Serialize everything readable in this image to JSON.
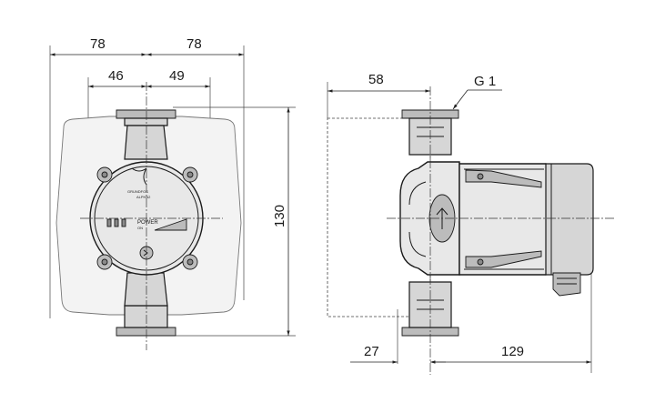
{
  "dimensions": {
    "front_left_width": "78",
    "front_right_width": "78",
    "front_left_inner": "46",
    "front_right_inner": "49",
    "front_height": "130",
    "side_top_width": "58",
    "side_thread": "G 1",
    "side_bottom_left": "27",
    "side_bottom_right": "129"
  },
  "faceplate": {
    "brand": "GRUNDFOS",
    "model": "ALPHA2",
    "power_label": "POWER",
    "on_label": "ON"
  }
}
